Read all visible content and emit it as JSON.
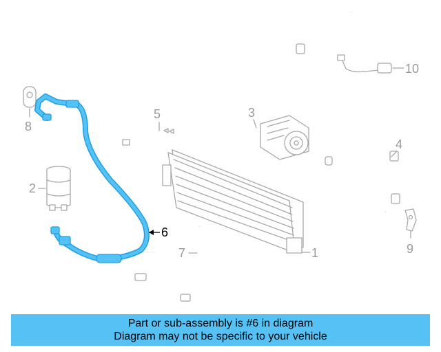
{
  "callouts": {
    "c1": "1",
    "c2": "2",
    "c3": "3",
    "c4": "4",
    "c5": "5",
    "c6": "6",
    "c7": "7",
    "c8": "8",
    "c9": "9",
    "c10": "10"
  },
  "highlighted_part": "6",
  "colors": {
    "highlight_line": "#1ea0e6",
    "highlight_fill": "#55c1f4",
    "banner_bg": "#55c1f4",
    "parts_gray": "#a8a8a8"
  },
  "banner": {
    "line1": "Part or sub-assembly is #6 in diagram",
    "line2": "Diagram may not be specific to your vehicle"
  }
}
